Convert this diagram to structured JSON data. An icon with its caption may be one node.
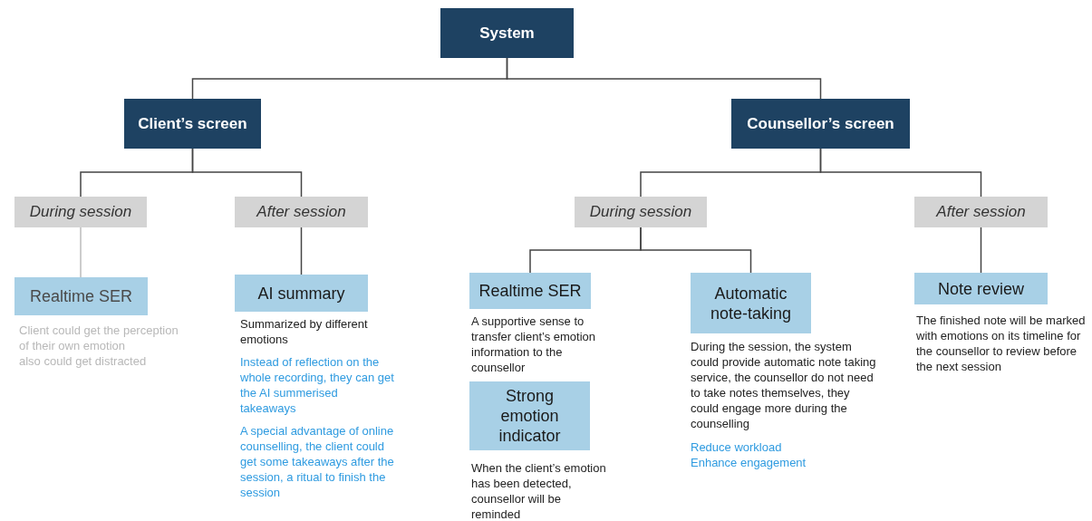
{
  "diagram": {
    "nodes": [
      {
        "text": [
          "System"
        ]
      },
      {
        "text": [
          "Client’s screen"
        ]
      },
      {
        "text": [
          "Counsellor’s screen"
        ]
      },
      {
        "text": [
          "During session"
        ]
      },
      {
        "text": [
          "After session"
        ]
      },
      {
        "text": [
          "During session"
        ]
      },
      {
        "text": [
          "After session"
        ]
      },
      {
        "text": [
          "Realtime SER"
        ],
        "beside": [
          "Client could get the perception of their own emotion",
          "also could get distracted"
        ]
      },
      {
        "text": [
          "AI summary"
        ],
        "beside": [
          "Summarized by different emotions",
          "Instead of reflection on the whole recording, they can get the AI summerised takeaways",
          "A special advantage of online counselling, the client could get some takeaways after the session, a ritual to finish the session"
        ]
      },
      {
        "text": [
          "Realtime SER"
        ],
        "beside": [
          "A supportive sense to transfer client’s emotion information to the counsellor"
        ]
      },
      {
        "text": [
          "Strong emotion indicator"
        ],
        "beside": [
          "When the client’s emotion has been detected, counsellor will be reminded"
        ]
      },
      {
        "text": [
          "Automatic note-taking"
        ],
        "beside": [
          "During the session, the system could provide automatic note taking service, the counsellor do not need to take notes themselves, they could engage more during the counselling",
          "Reduce workload",
          "Enhance engagement"
        ]
      },
      {
        "text": [
          "Note review"
        ],
        "beside": [
          "The finished note will be marked with emotions on its timeline for the counsellor to review before the next session"
        ]
      }
    ],
    "edges": [
      {
        "from": 0,
        "to": 1,
        "arrow": "none"
      },
      {
        "from": 0,
        "to": 2,
        "arrow": "none"
      },
      {
        "from": 1,
        "to": 3,
        "arrow": "none"
      },
      {
        "from": 1,
        "to": 4,
        "arrow": "none"
      },
      {
        "from": 2,
        "to": 5,
        "arrow": "none"
      },
      {
        "from": 2,
        "to": 6,
        "arrow": "none"
      },
      {
        "from": 3,
        "to": 7,
        "arrow": "none",
        "color": "#bbbbbb"
      },
      {
        "from": 4,
        "to": 8,
        "arrow": "none"
      },
      {
        "from": 5,
        "to": 9,
        "arrow": "none"
      },
      {
        "from": 5,
        "to": 11,
        "arrow": "none"
      },
      {
        "from": 6,
        "to": 12,
        "arrow": "none"
      }
    ]
  }
}
